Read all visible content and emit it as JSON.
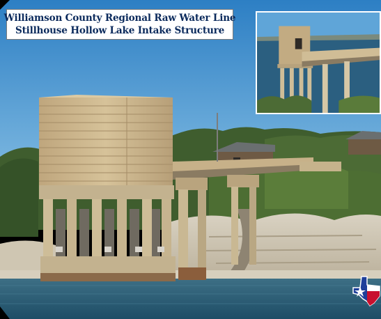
{
  "caption": {
    "line1": "Williamson County Regional Raw Water Line",
    "line2": "Stillhouse Hollow Lake Intake Structure"
  },
  "colors": {
    "sky": "#3d8fd0",
    "water": "#2c5f7c",
    "concrete": "#cbb48c",
    "caption_text": "#0b2a5c"
  },
  "icons": {
    "logo": "texas-state-flag-logo"
  }
}
